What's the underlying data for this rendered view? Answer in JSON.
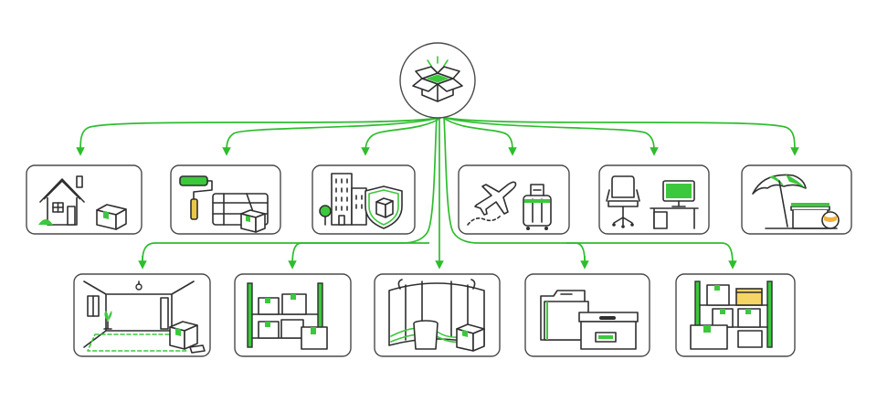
{
  "diagram": {
    "hub": {
      "icon": "open-box-icon"
    },
    "accent_color": "#2ebd2e",
    "line_color": "#2f2f2f",
    "row1": [
      {
        "id": "home",
        "icon": "house-with-box-icon"
      },
      {
        "id": "renovation",
        "icon": "paint-roller-furniture-icon"
      },
      {
        "id": "business",
        "icon": "office-building-shield-icon"
      },
      {
        "id": "travel",
        "icon": "airplane-luggage-icon"
      },
      {
        "id": "office",
        "icon": "office-chair-desk-icon"
      },
      {
        "id": "seasonal",
        "icon": "beach-umbrella-storage-icon"
      }
    ],
    "row2": [
      {
        "id": "empty-room",
        "icon": "empty-storage-room-icon"
      },
      {
        "id": "shelving",
        "icon": "shelving-boxes-icon"
      },
      {
        "id": "exhibition",
        "icon": "trade-show-booth-icon"
      },
      {
        "id": "archive",
        "icon": "file-archive-box-icon"
      },
      {
        "id": "inventory",
        "icon": "inventory-shelf-icon"
      }
    ]
  }
}
